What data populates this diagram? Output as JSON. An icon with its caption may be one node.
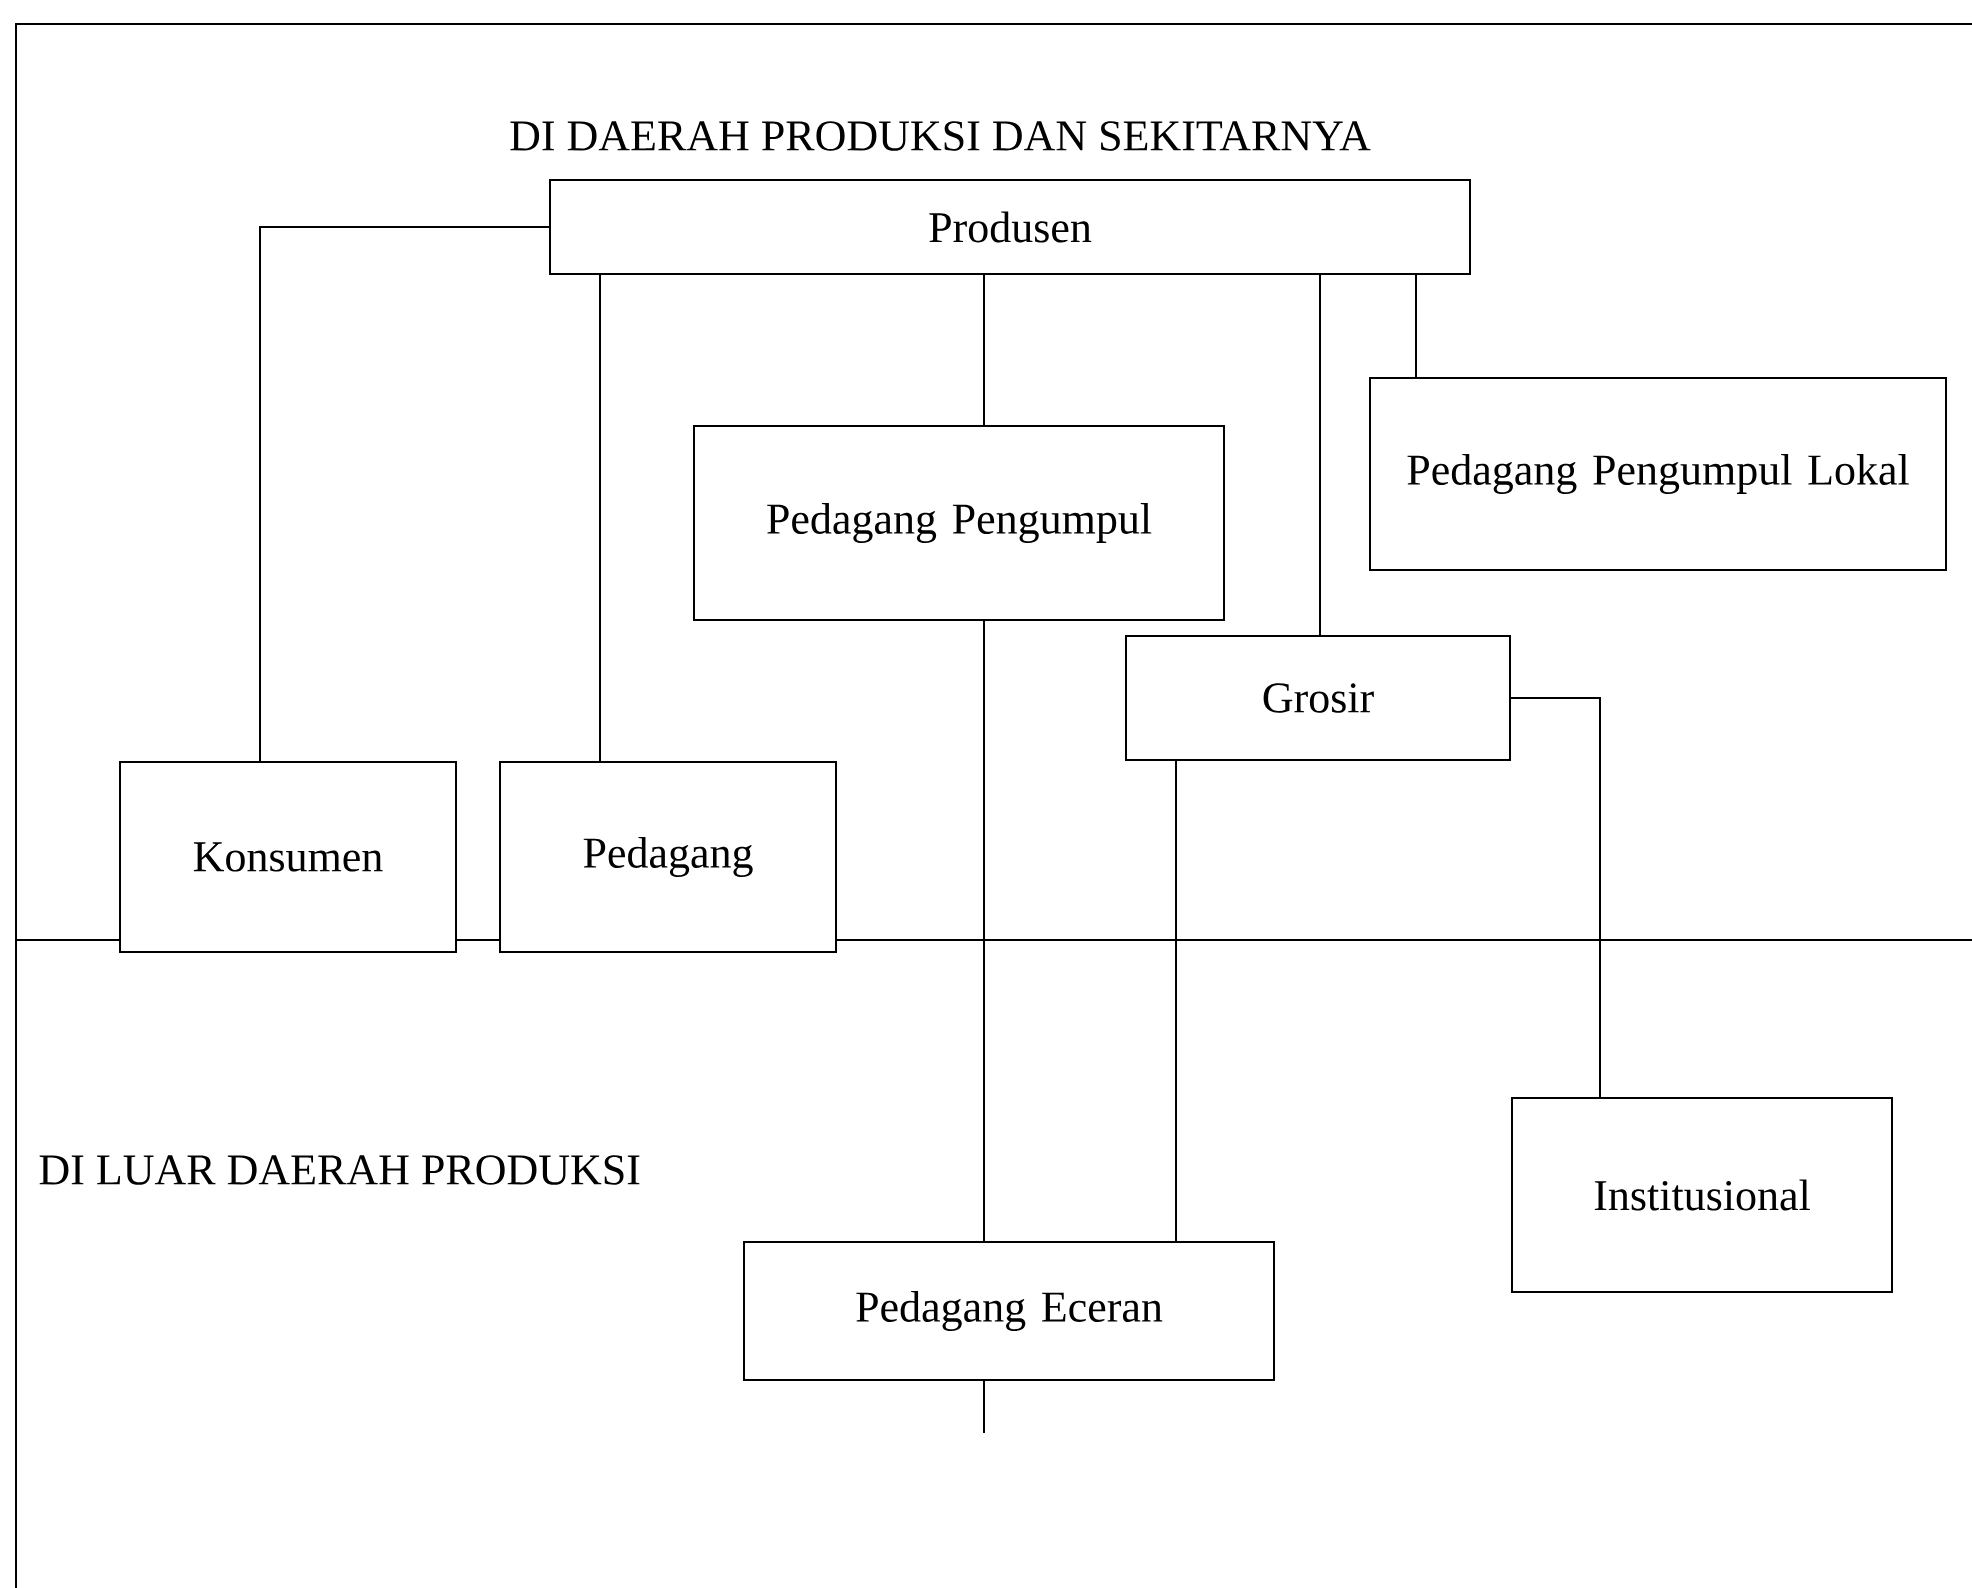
{
  "diagram": {
    "nodes": [
      {
        "text": [
          "Produsen"
        ]
      },
      {
        "text": [
          "Pedagang Pengumpul"
        ]
      },
      {
        "text": [
          "Pedagang Pengumpul Lokal"
        ]
      },
      {
        "text": [
          "Grosir"
        ]
      },
      {
        "text": [
          "Konsumen"
        ]
      },
      {
        "text": [
          "Pedagang"
        ]
      },
      {
        "text": [
          "Pedagang Eceran"
        ]
      },
      {
        "text": [
          "Institusional"
        ]
      }
    ],
    "edges": [
      {
        "from": 0,
        "to": 4,
        "arrow": "none"
      },
      {
        "from": 0,
        "to": 5,
        "arrow": "none"
      },
      {
        "from": 0,
        "to": 1,
        "arrow": "none"
      },
      {
        "from": 0,
        "to": 3,
        "arrow": "none"
      },
      {
        "from": 0,
        "to": 2,
        "arrow": "none"
      },
      {
        "from": 1,
        "to": 6,
        "arrow": "none"
      },
      {
        "from": 3,
        "to": 6,
        "arrow": "none"
      },
      {
        "from": 3,
        "to": 7,
        "arrow": "none"
      },
      {
        "from": 6,
        "to": null,
        "arrow": "none"
      }
    ],
    "labels": [
      "DI DAERAH PRODUKSI DAN SEKITARNYA",
      "DI LUAR DAERAH PRODUKSI"
    ]
  }
}
